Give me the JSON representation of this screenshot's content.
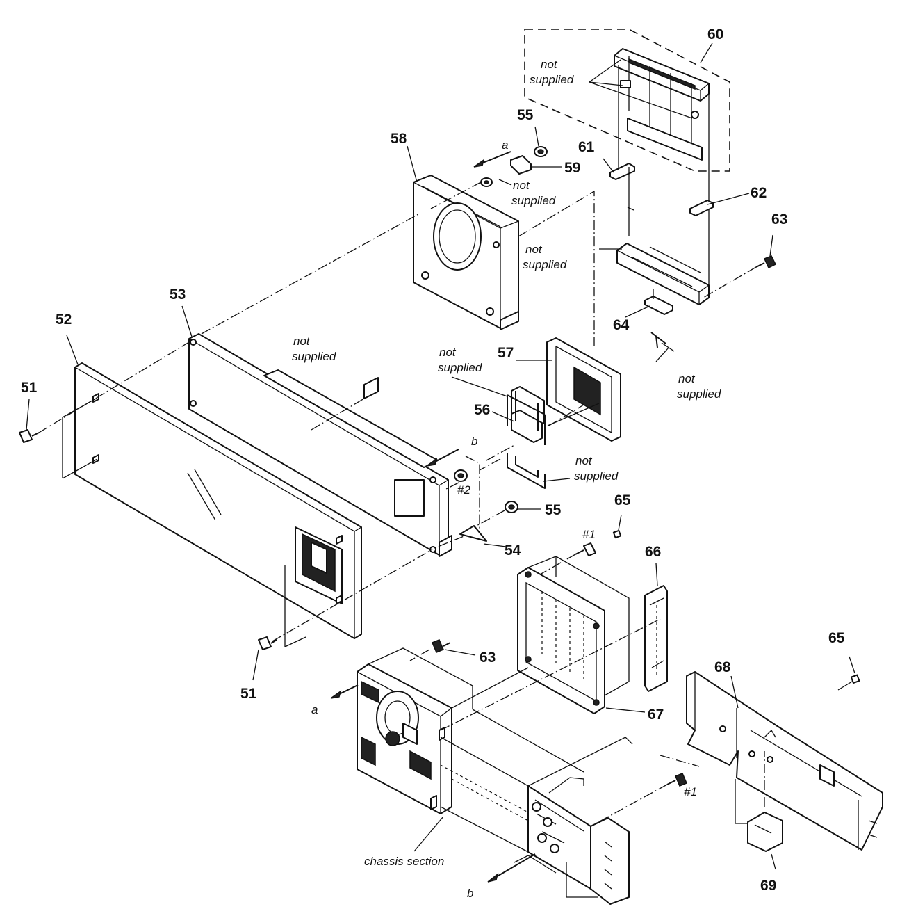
{
  "part_numbers": {
    "p51a": "51",
    "p51b": "51",
    "p52": "52",
    "p53": "53",
    "p54": "54",
    "p55a": "55",
    "p55b": "55",
    "p56": "56",
    "p57": "57",
    "p58": "58",
    "p59": "59",
    "p60": "60",
    "p61": "61",
    "p62": "62",
    "p63a": "63",
    "p63b": "63",
    "p64": "64",
    "p65a": "65",
    "p65b": "65",
    "p66": "66",
    "p67": "67",
    "p68": "68",
    "p69": "69"
  },
  "notes": {
    "not_word": "not",
    "supplied_word": "supplied",
    "chassis_section": "chassis section"
  },
  "refs": {
    "a": "a",
    "b": "b",
    "screw1": "#1",
    "screw2": "#2"
  }
}
